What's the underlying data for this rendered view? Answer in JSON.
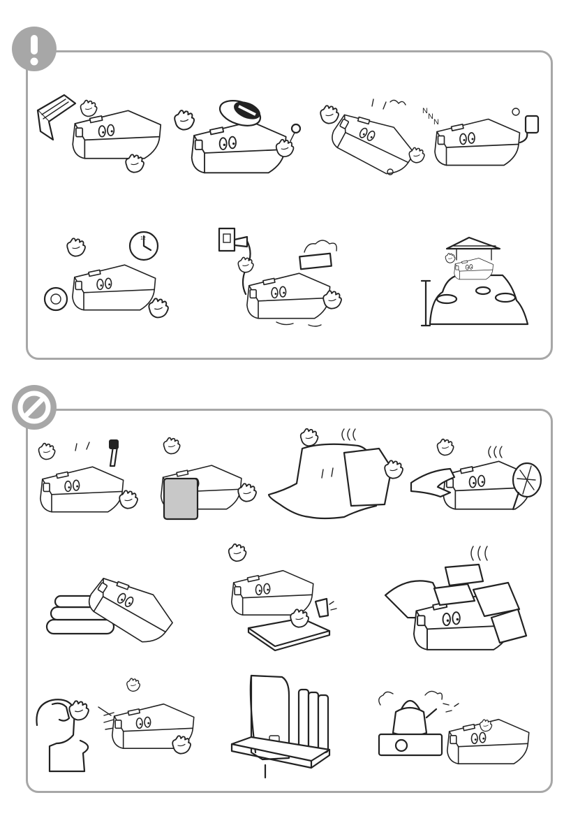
{
  "sections": [
    {
      "id": "do",
      "badge_icon": "exclamation-icon",
      "illustrations": [
        "read-manual-illustration",
        "brand-approved-parts-illustration",
        "drop-damage-warning-illustration",
        "standby-power-illustration",
        "lamp-hours-timer-illustration",
        "unplug-before-cleaning-illustration",
        "altitude-mountain-illustration"
      ]
    },
    {
      "id": "dont",
      "badge_icon": "prohibited-icon",
      "illustrations": [
        "screwdriver-disassembly-illustration",
        "blocked-lens-illustration",
        "covered-by-cloth-illustration",
        "blocked-vents-illustration",
        "tilted-on-side-illustration",
        "liquid-spill-illustration",
        "blanket-heat-illustration",
        "eye-glare-illustration",
        "stood-upright-illustration",
        "kettle-steam-illustration"
      ]
    }
  ],
  "colors": {
    "frame": "#a7a7a7",
    "line": "#222222"
  }
}
